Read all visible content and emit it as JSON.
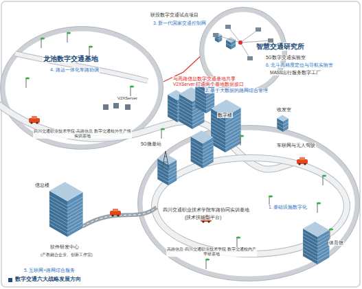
{
  "diagram": {
    "caption": "数字交通六大战略发展方向",
    "nodes": [
      {
        "text": [
          "龙池数字交通基地",
          "4. 路运一体化车路协调",
          "四川交通职业技术学院-高路信息 数字交通校外生产性实训基地"
        ]
      },
      {
        "text": [
          "智慧交通研究所",
          "5G数字交通实验室",
          "6. 北斗高精度定位与导航实验室",
          "MASS出行服务数字工厂"
        ]
      },
      {
        "text": [
          "四川交通职业技术学院车路协同实训基地",
          "(技术技能型平台)",
          "1. 基础设施数字化",
          "高路信息-四川交通职业技术学院 数字交通校内产学研基地"
        ]
      }
    ],
    "edges": [
      {
        "from": 0,
        "to": 1,
        "arrow": "none",
        "label": "与高路信息数字交通基地共享V2XServer 打通两个基地数据接口"
      }
    ],
    "labels": [
      "联投数字交通试点项目",
      "3. 新一代国家交通控制网",
      "2. 基于大数据的路网综合管理",
      "V2XServer",
      "数字楼",
      "收发室",
      "5G微基站",
      "车联网与无人驾驶",
      "信息楼",
      "软件研发中心",
      "(产教融合企业、创新工作室)",
      "5. 互联网+路网综合服务",
      "体育馆"
    ]
  }
}
